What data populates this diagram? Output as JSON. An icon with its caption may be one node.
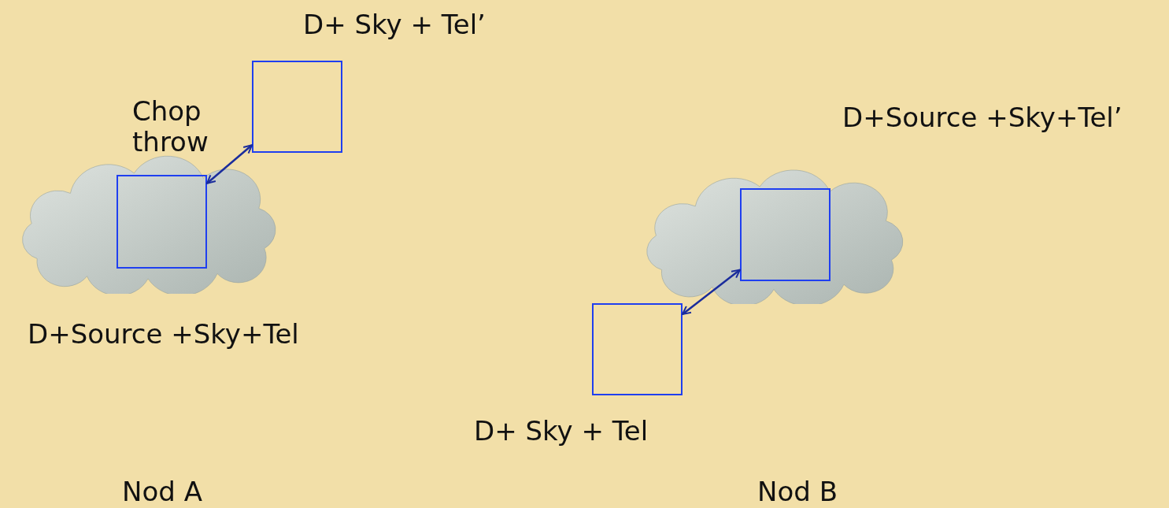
{
  "diagram": {
    "nodes": [
      {
        "text": [],
        "shape": "cloud"
      },
      {
        "text": [],
        "shape": "box",
        "beside": [
          "D+ Sky + Tel’"
        ]
      },
      {
        "text": [],
        "shape": "box",
        "in": 0,
        "beside": [
          "D+Source +Sky+Tel"
        ]
      },
      {
        "text": [],
        "shape": "cloud"
      },
      {
        "text": [],
        "shape": "box",
        "in": 3,
        "beside": [
          "D+Source +Sky+Tel’"
        ]
      },
      {
        "text": [],
        "shape": "box",
        "beside": [
          "D+ Sky + Tel"
        ]
      }
    ],
    "edges": [
      {
        "from": 2,
        "to": 1,
        "arrow": "both",
        "label": "Chop throw"
      },
      {
        "from": 5,
        "to": 4,
        "arrow": "both"
      }
    ],
    "labels": [
      "Nod A",
      "Nod B"
    ]
  }
}
